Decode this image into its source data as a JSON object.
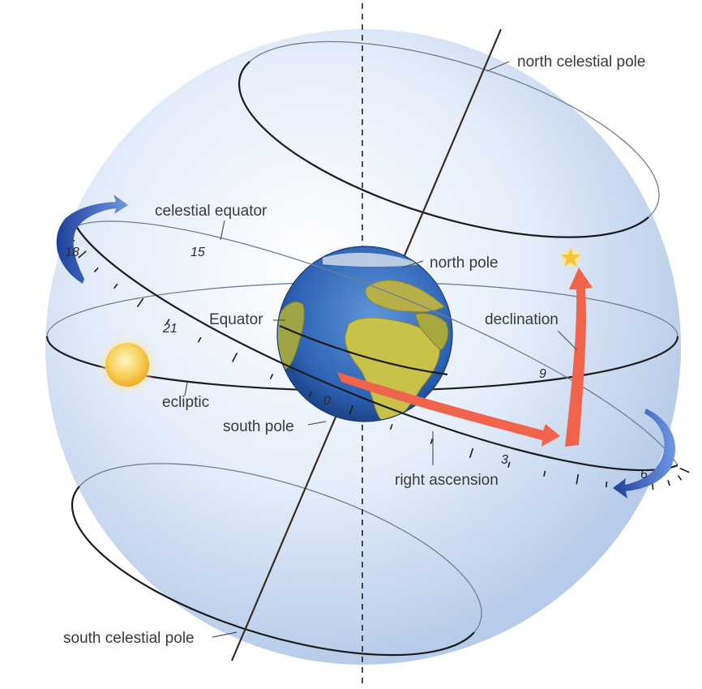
{
  "labels": {
    "north_celestial_pole": "north celestial pole",
    "celestial_equator": "celestial equator",
    "north_pole": "north pole",
    "equator": "Equator",
    "declination": "declination",
    "ecliptic": "ecliptic",
    "south_pole": "south pole",
    "right_ascension": "right ascension",
    "south_celestial_pole": "south celestial pole"
  },
  "hour_marks": [
    "18",
    "15",
    "21",
    "0",
    "3",
    "6",
    "9"
  ],
  "colors": {
    "sphere": "#d6e3f5",
    "arrow_red": "#f0644c",
    "rotation_arrow": "#2f59b8",
    "sun": "#f7c948",
    "star": "#f7c63a",
    "ocean": "#2e63b5",
    "land": "#c8c24a"
  }
}
